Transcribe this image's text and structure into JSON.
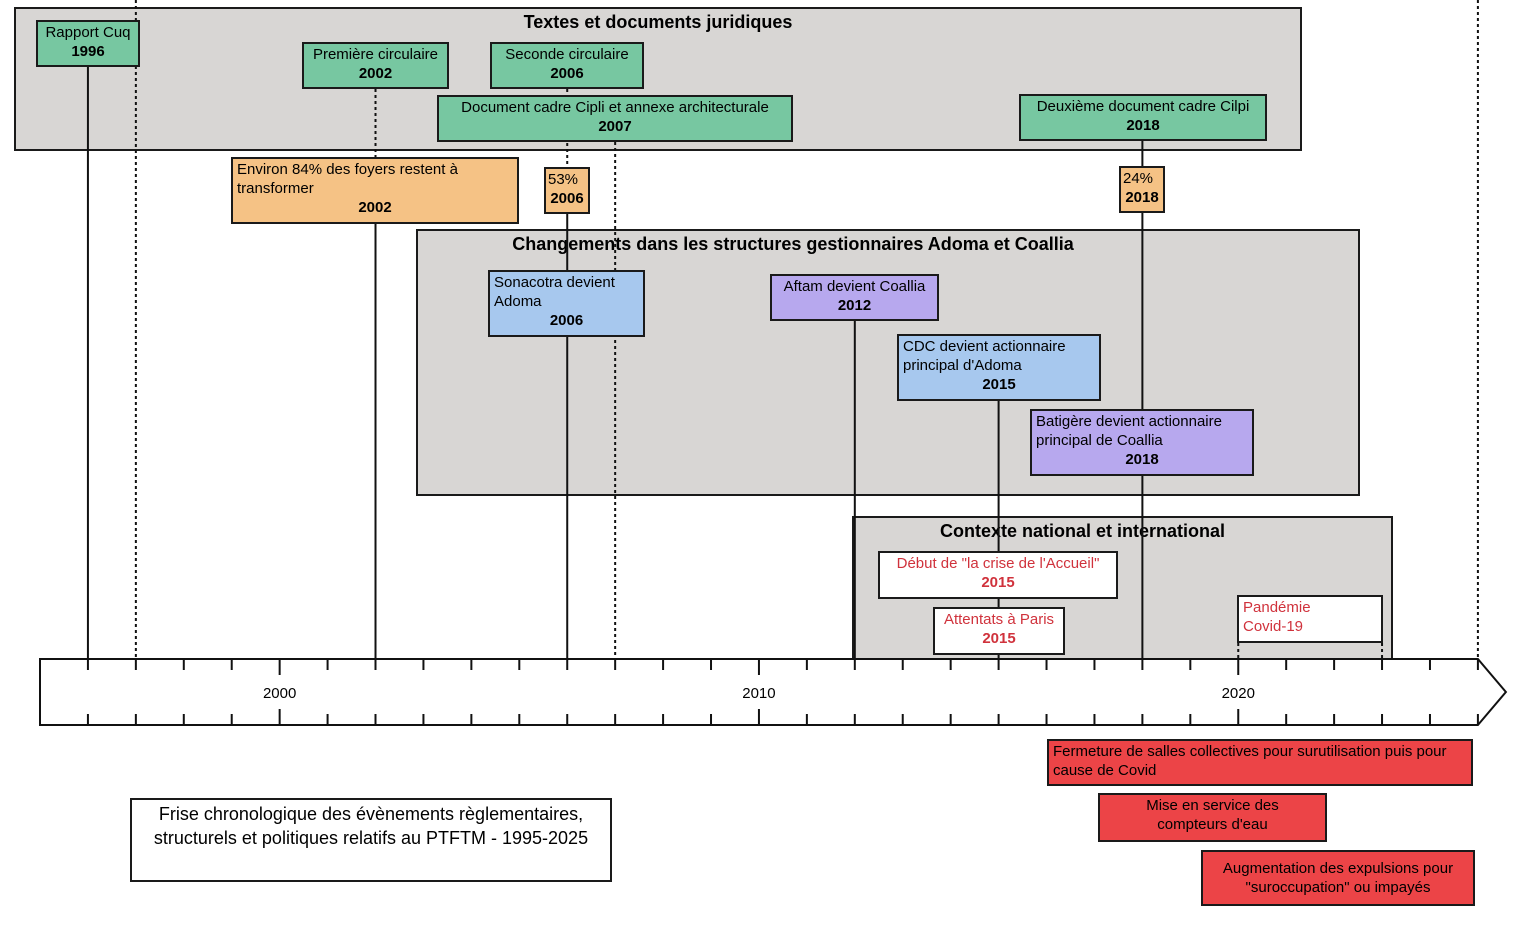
{
  "title": "Frise chronologique des évènements règlementaires, structurels et politiques relatifs au PTFTM - 1995-2025",
  "axis": {
    "start_year": 1995,
    "end_year": 2025,
    "labels": [
      {
        "year": 2000,
        "text": "2000"
      },
      {
        "year": 2010,
        "text": "2010"
      },
      {
        "year": 2020,
        "text": "2020"
      }
    ]
  },
  "groups": [
    {
      "id": "textes",
      "title": "Textes et documents juridiques"
    },
    {
      "id": "structures",
      "title": "Changements dans les structures gestionnaires Adoma et Coallia"
    },
    {
      "id": "contexte",
      "title": "Contexte national et international"
    }
  ],
  "events": {
    "rapport_cuq": {
      "label": "Rapport Cuq",
      "year": "1996"
    },
    "premiere_circulaire": {
      "label": "Première circulaire",
      "year": "2002"
    },
    "seconde_circulaire": {
      "label": "Seconde circulaire",
      "year": "2006"
    },
    "document_cadre": {
      "label": "Document cadre Cipli et annexe architecturale",
      "year": "2007"
    },
    "deuxieme_document": {
      "label": "Deuxième document cadre Cilpi",
      "year": "2018"
    },
    "foyers_84": {
      "label": "Environ 84% des foyers restent à transformer",
      "year": "2002"
    },
    "pct_53": {
      "label": "53%",
      "year": "2006"
    },
    "pct_24": {
      "label": "24%",
      "year": "2018"
    },
    "sonacotra": {
      "label": "Sonacotra devient Adoma",
      "year": "2006"
    },
    "aftam": {
      "label": "Aftam devient Coallia",
      "year": "2012"
    },
    "cdc": {
      "label": "CDC devient actionnaire principal d'Adoma",
      "year": "2015"
    },
    "batigere": {
      "label": "Batigère devient actionnaire principal de Coallia",
      "year": "2018"
    },
    "crise_accueil": {
      "label": "Début de \"la crise de l'Accueil\"",
      "year": "2015"
    },
    "attentats": {
      "label": "Attentats à Paris",
      "year": "2015"
    },
    "covid": {
      "label": "Pandémie Covid-19",
      "year": ""
    },
    "fermeture": {
      "label": "Fermeture de salles collectives pour surutilisation puis pour cause de Covid"
    },
    "compteurs": {
      "label": "Mise en service des compteurs d'eau"
    },
    "expulsions": {
      "label": "Augmentation des expulsions pour \"suroccupation\" ou impayés"
    }
  },
  "colors": {
    "legal_texts": "#77c7a1",
    "percent": "#f5c285",
    "adoma": "#a7c8ee",
    "coallia": "#b7a8ee",
    "context_text": "#d0323c",
    "recent": "#ec4447",
    "group_bg": "#d8d6d4"
  }
}
